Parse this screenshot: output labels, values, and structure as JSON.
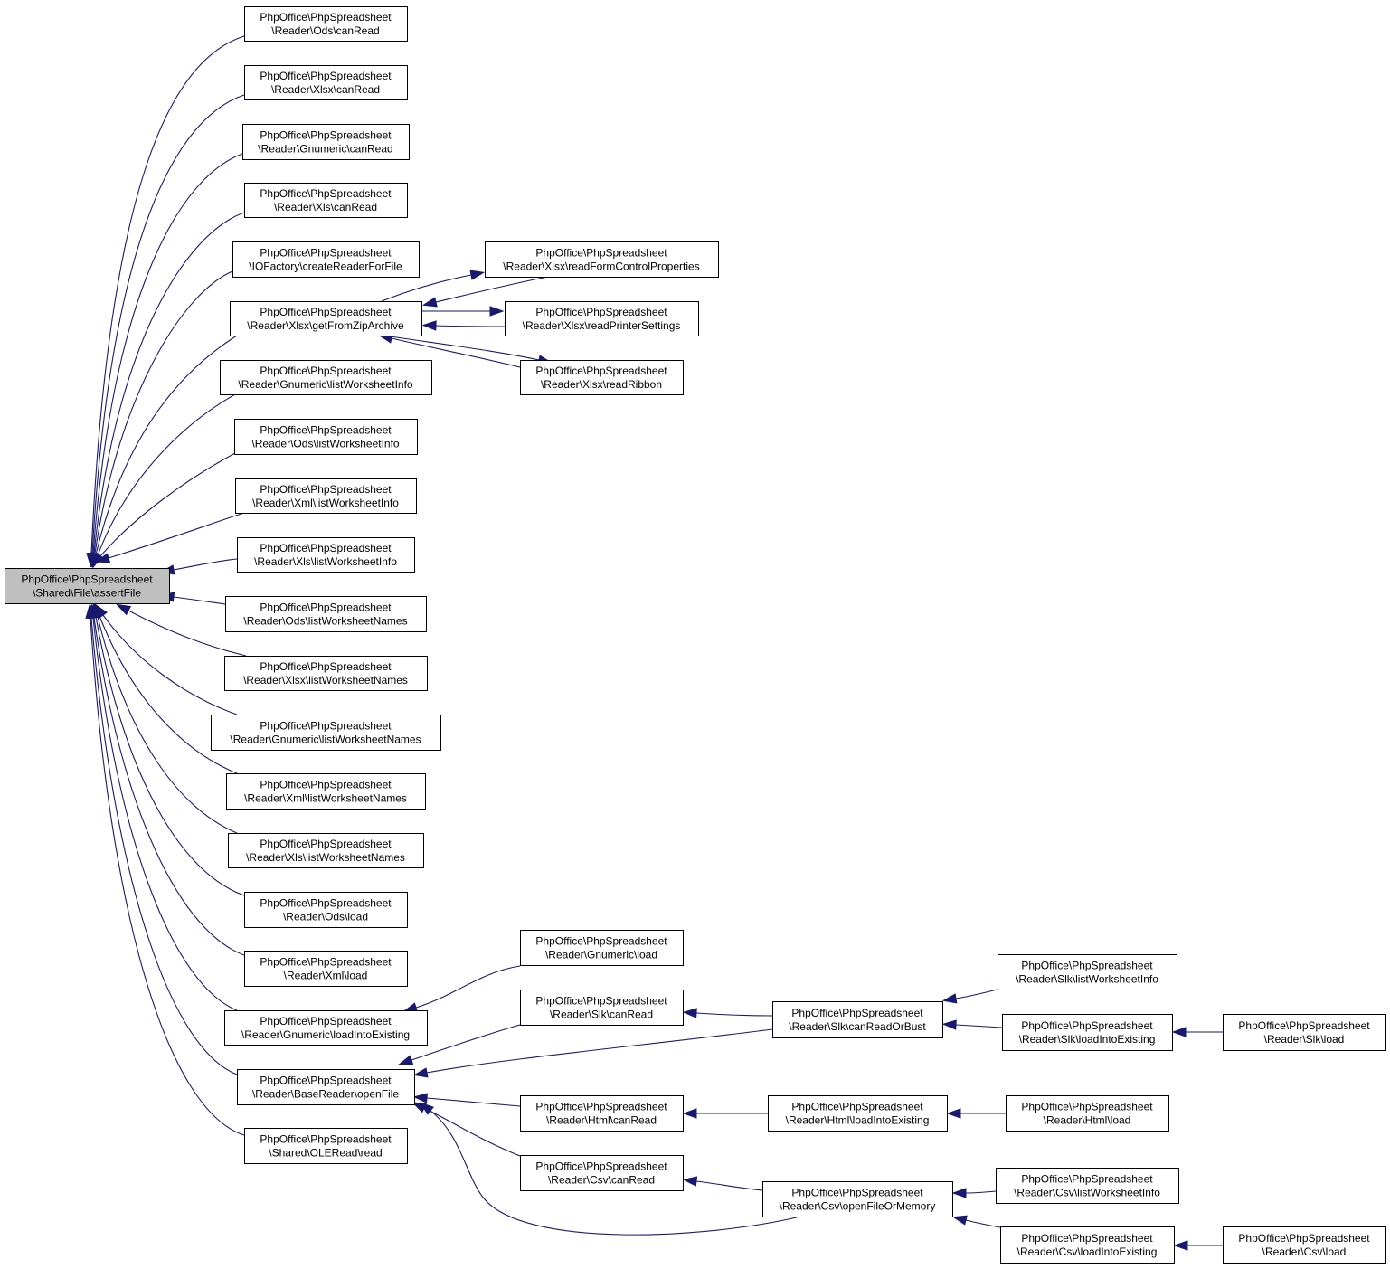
{
  "nodes": [
    {
      "id": "assertFile",
      "line1": "PhpOffice\\PhpSpreadsheet",
      "line2": "\\Shared\\File\\assertFile",
      "focus": true
    },
    {
      "id": "ods_canRead",
      "line1": "PhpOffice\\PhpSpreadsheet",
      "line2": "\\Reader\\Ods\\canRead"
    },
    {
      "id": "xlsx_canRead",
      "line1": "PhpOffice\\PhpSpreadsheet",
      "line2": "\\Reader\\Xlsx\\canRead"
    },
    {
      "id": "gnumeric_canRead",
      "line1": "PhpOffice\\PhpSpreadsheet",
      "line2": "\\Reader\\Gnumeric\\canRead"
    },
    {
      "id": "xls_canRead",
      "line1": "PhpOffice\\PhpSpreadsheet",
      "line2": "\\Reader\\Xls\\canRead"
    },
    {
      "id": "iofactory_createReaderForFile",
      "line1": "PhpOffice\\PhpSpreadsheet",
      "line2": "\\IOFactory\\createReaderForFile"
    },
    {
      "id": "xlsx_getFromZipArchive",
      "line1": "PhpOffice\\PhpSpreadsheet",
      "line2": "\\Reader\\Xlsx\\getFromZipArchive"
    },
    {
      "id": "gnumeric_listWorksheetInfo",
      "line1": "PhpOffice\\PhpSpreadsheet",
      "line2": "\\Reader\\Gnumeric\\listWorksheetInfo"
    },
    {
      "id": "ods_listWorksheetInfo",
      "line1": "PhpOffice\\PhpSpreadsheet",
      "line2": "\\Reader\\Ods\\listWorksheetInfo"
    },
    {
      "id": "xml_listWorksheetInfo",
      "line1": "PhpOffice\\PhpSpreadsheet",
      "line2": "\\Reader\\Xml\\listWorksheetInfo"
    },
    {
      "id": "xls_listWorksheetInfo",
      "line1": "PhpOffice\\PhpSpreadsheet",
      "line2": "\\Reader\\Xls\\listWorksheetInfo"
    },
    {
      "id": "ods_listWorksheetNames",
      "line1": "PhpOffice\\PhpSpreadsheet",
      "line2": "\\Reader\\Ods\\listWorksheetNames"
    },
    {
      "id": "xlsx_listWorksheetNames",
      "line1": "PhpOffice\\PhpSpreadsheet",
      "line2": "\\Reader\\Xlsx\\listWorksheetNames"
    },
    {
      "id": "gnumeric_listWorksheetNames",
      "line1": "PhpOffice\\PhpSpreadsheet",
      "line2": "\\Reader\\Gnumeric\\listWorksheetNames"
    },
    {
      "id": "xml_listWorksheetNames",
      "line1": "PhpOffice\\PhpSpreadsheet",
      "line2": "\\Reader\\Xml\\listWorksheetNames"
    },
    {
      "id": "xls_listWorksheetNames",
      "line1": "PhpOffice\\PhpSpreadsheet",
      "line2": "\\Reader\\Xls\\listWorksheetNames"
    },
    {
      "id": "ods_load",
      "line1": "PhpOffice\\PhpSpreadsheet",
      "line2": "\\Reader\\Ods\\load"
    },
    {
      "id": "xml_load",
      "line1": "PhpOffice\\PhpSpreadsheet",
      "line2": "\\Reader\\Xml\\load"
    },
    {
      "id": "gnumeric_loadIntoExisting",
      "line1": "PhpOffice\\PhpSpreadsheet",
      "line2": "\\Reader\\Gnumeric\\loadIntoExisting"
    },
    {
      "id": "basereader_openFile",
      "line1": "PhpOffice\\PhpSpreadsheet",
      "line2": "\\Reader\\BaseReader\\openFile"
    },
    {
      "id": "olere_read",
      "line1": "PhpOffice\\PhpSpreadsheet",
      "line2": "\\Shared\\OLERead\\read"
    },
    {
      "id": "xlsx_readFormControlProperties",
      "line1": "PhpOffice\\PhpSpreadsheet",
      "line2": "\\Reader\\Xlsx\\readFormControlProperties"
    },
    {
      "id": "xlsx_readPrinterSettings",
      "line1": "PhpOffice\\PhpSpreadsheet",
      "line2": "\\Reader\\Xlsx\\readPrinterSettings"
    },
    {
      "id": "xlsx_readRibbon",
      "line1": "PhpOffice\\PhpSpreadsheet",
      "line2": "\\Reader\\Xlsx\\readRibbon"
    },
    {
      "id": "gnumeric_load",
      "line1": "PhpOffice\\PhpSpreadsheet",
      "line2": "\\Reader\\Gnumeric\\load"
    },
    {
      "id": "slk_canRead",
      "line1": "PhpOffice\\PhpSpreadsheet",
      "line2": "\\Reader\\Slk\\canRead"
    },
    {
      "id": "html_canRead",
      "line1": "PhpOffice\\PhpSpreadsheet",
      "line2": "\\Reader\\Html\\canRead"
    },
    {
      "id": "csv_canRead",
      "line1": "PhpOffice\\PhpSpreadsheet",
      "line2": "\\Reader\\Csv\\canRead"
    },
    {
      "id": "slk_canReadOrBust",
      "line1": "PhpOffice\\PhpSpreadsheet",
      "line2": "\\Reader\\Slk\\canReadOrBust"
    },
    {
      "id": "html_loadIntoExisting",
      "line1": "PhpOffice\\PhpSpreadsheet",
      "line2": "\\Reader\\Html\\loadIntoExisting"
    },
    {
      "id": "csv_openFileOrMemory",
      "line1": "PhpOffice\\PhpSpreadsheet",
      "line2": "\\Reader\\Csv\\openFileOrMemory"
    },
    {
      "id": "slk_listWorksheetInfo",
      "line1": "PhpOffice\\PhpSpreadsheet",
      "line2": "\\Reader\\Slk\\listWorksheetInfo"
    },
    {
      "id": "slk_loadIntoExisting",
      "line1": "PhpOffice\\PhpSpreadsheet",
      "line2": "\\Reader\\Slk\\loadIntoExisting"
    },
    {
      "id": "html_load",
      "line1": "PhpOffice\\PhpSpreadsheet",
      "line2": "\\Reader\\Html\\load"
    },
    {
      "id": "csv_listWorksheetInfo",
      "line1": "PhpOffice\\PhpSpreadsheet",
      "line2": "\\Reader\\Csv\\listWorksheetInfo"
    },
    {
      "id": "csv_loadIntoExisting",
      "line1": "PhpOffice\\PhpSpreadsheet",
      "line2": "\\Reader\\Csv\\loadIntoExisting"
    },
    {
      "id": "slk_load",
      "line1": "PhpOffice\\PhpSpreadsheet",
      "line2": "\\Reader\\Slk\\load"
    },
    {
      "id": "csv_load",
      "line1": "PhpOffice\\PhpSpreadsheet",
      "line2": "\\Reader\\Csv\\load"
    }
  ],
  "edges": [
    {
      "from": "ods_canRead",
      "to": "assertFile"
    },
    {
      "from": "xlsx_canRead",
      "to": "assertFile"
    },
    {
      "from": "gnumeric_canRead",
      "to": "assertFile"
    },
    {
      "from": "xls_canRead",
      "to": "assertFile"
    },
    {
      "from": "iofactory_createReaderForFile",
      "to": "assertFile"
    },
    {
      "from": "xlsx_getFromZipArchive",
      "to": "assertFile"
    },
    {
      "from": "gnumeric_listWorksheetInfo",
      "to": "assertFile"
    },
    {
      "from": "ods_listWorksheetInfo",
      "to": "assertFile"
    },
    {
      "from": "xml_listWorksheetInfo",
      "to": "assertFile"
    },
    {
      "from": "xls_listWorksheetInfo",
      "to": "assertFile"
    },
    {
      "from": "ods_listWorksheetNames",
      "to": "assertFile"
    },
    {
      "from": "xlsx_listWorksheetNames",
      "to": "assertFile"
    },
    {
      "from": "gnumeric_listWorksheetNames",
      "to": "assertFile"
    },
    {
      "from": "xml_listWorksheetNames",
      "to": "assertFile"
    },
    {
      "from": "xls_listWorksheetNames",
      "to": "assertFile"
    },
    {
      "from": "ods_load",
      "to": "assertFile"
    },
    {
      "from": "xml_load",
      "to": "assertFile"
    },
    {
      "from": "gnumeric_loadIntoExisting",
      "to": "assertFile"
    },
    {
      "from": "basereader_openFile",
      "to": "assertFile"
    },
    {
      "from": "olere_read",
      "to": "assertFile"
    },
    {
      "from": "xlsx_readFormControlProperties",
      "to": "xlsx_getFromZipArchive"
    },
    {
      "from": "xlsx_getFromZipArchive",
      "to": "xlsx_readFormControlProperties"
    },
    {
      "from": "xlsx_readPrinterSettings",
      "to": "xlsx_getFromZipArchive"
    },
    {
      "from": "xlsx_getFromZipArchive",
      "to": "xlsx_readPrinterSettings"
    },
    {
      "from": "xlsx_readRibbon",
      "to": "xlsx_getFromZipArchive"
    },
    {
      "from": "xlsx_getFromZipArchive",
      "to": "xlsx_readRibbon"
    },
    {
      "from": "gnumeric_load",
      "to": "gnumeric_loadIntoExisting"
    },
    {
      "from": "slk_canRead",
      "to": "basereader_openFile"
    },
    {
      "from": "slk_canReadOrBust",
      "to": "basereader_openFile"
    },
    {
      "from": "html_canRead",
      "to": "basereader_openFile"
    },
    {
      "from": "csv_canRead",
      "to": "basereader_openFile"
    },
    {
      "from": "csv_openFileOrMemory",
      "to": "basereader_openFile"
    },
    {
      "from": "slk_canReadOrBust",
      "to": "slk_canRead"
    },
    {
      "from": "html_loadIntoExisting",
      "to": "html_canRead"
    },
    {
      "from": "csv_openFileOrMemory",
      "to": "csv_canRead"
    },
    {
      "from": "slk_listWorksheetInfo",
      "to": "slk_canReadOrBust"
    },
    {
      "from": "slk_loadIntoExisting",
      "to": "slk_canReadOrBust"
    },
    {
      "from": "slk_load",
      "to": "slk_loadIntoExisting"
    },
    {
      "from": "html_load",
      "to": "html_loadIntoExisting"
    },
    {
      "from": "csv_listWorksheetInfo",
      "to": "csv_openFileOrMemory"
    },
    {
      "from": "csv_loadIntoExisting",
      "to": "csv_openFileOrMemory"
    },
    {
      "from": "csv_load",
      "to": "csv_loadIntoExisting"
    }
  ],
  "colors": {
    "edge": "#191970",
    "focus_fill": "#bfbfbf",
    "node_fill": "#ffffff",
    "node_border": "#000000"
  }
}
